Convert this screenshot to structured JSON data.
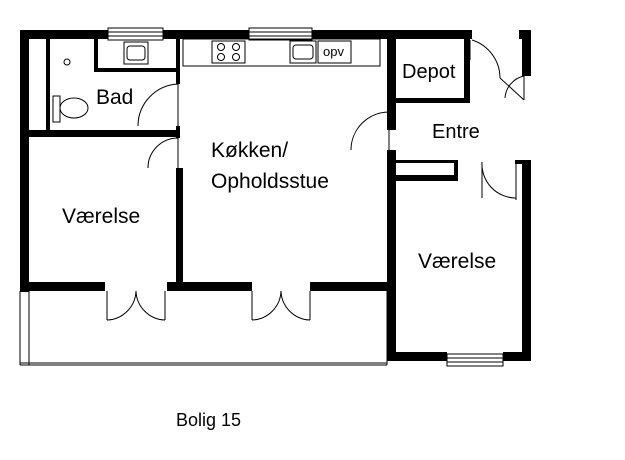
{
  "rooms": {
    "bad": "Bad",
    "depot": "Depot",
    "entre": "Entre",
    "kitchen_line1": "Køkken/",
    "kitchen_line2": "Opholdsstue",
    "room_left": "Værelse",
    "room_right": "Værelse"
  },
  "fixtures": {
    "opv": "opv"
  },
  "caption": "Bolig 15"
}
